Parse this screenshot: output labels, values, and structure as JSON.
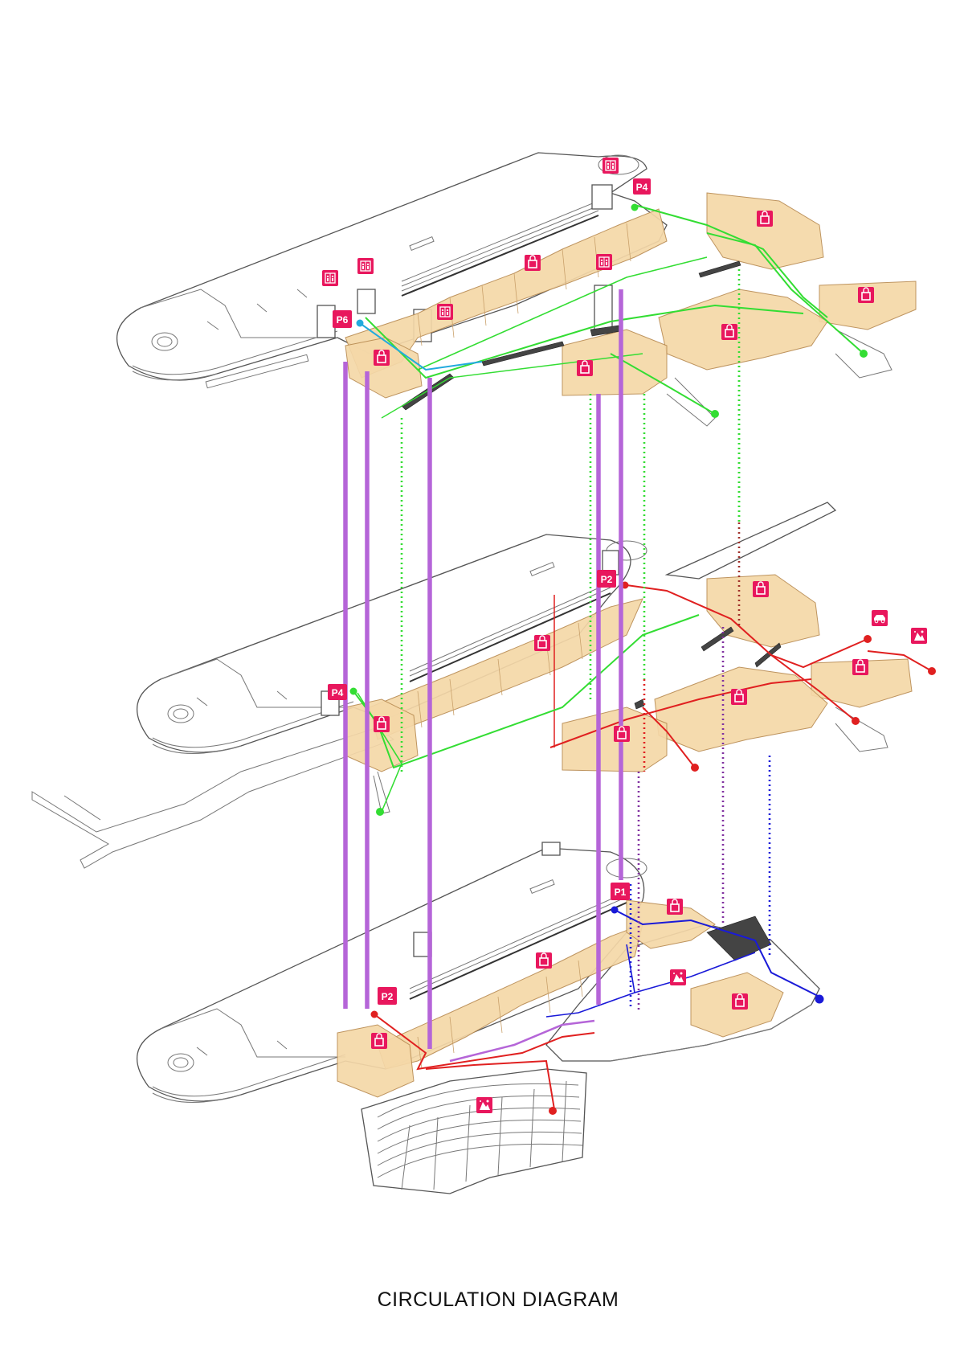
{
  "title": "CIRCULATION DIAGRAM",
  "markers": {
    "top_level": [
      {
        "id": "top-p4",
        "label": "P4"
      },
      {
        "id": "top-p6",
        "label": "P6"
      }
    ],
    "middle_level": [
      {
        "id": "mid-p2",
        "label": "P2"
      },
      {
        "id": "mid-p4",
        "label": "P4"
      }
    ],
    "bottom_level": [
      {
        "id": "bot-p1",
        "label": "P1"
      },
      {
        "id": "bot-p2",
        "label": "P2"
      }
    ]
  },
  "icons": {
    "shop": "shopping-bag-icon",
    "lift": "elevator-icon",
    "parking": "car-icon",
    "event": "event-icon"
  },
  "colors": {
    "vertical_core": "#b565d8",
    "green_route": "#33dd33",
    "red_route": "#e02020",
    "blue_route": "#1a1ad8",
    "cyan_route": "#22aadd",
    "marker": "#e8175d",
    "shop_fill": "#f5d8a8"
  }
}
